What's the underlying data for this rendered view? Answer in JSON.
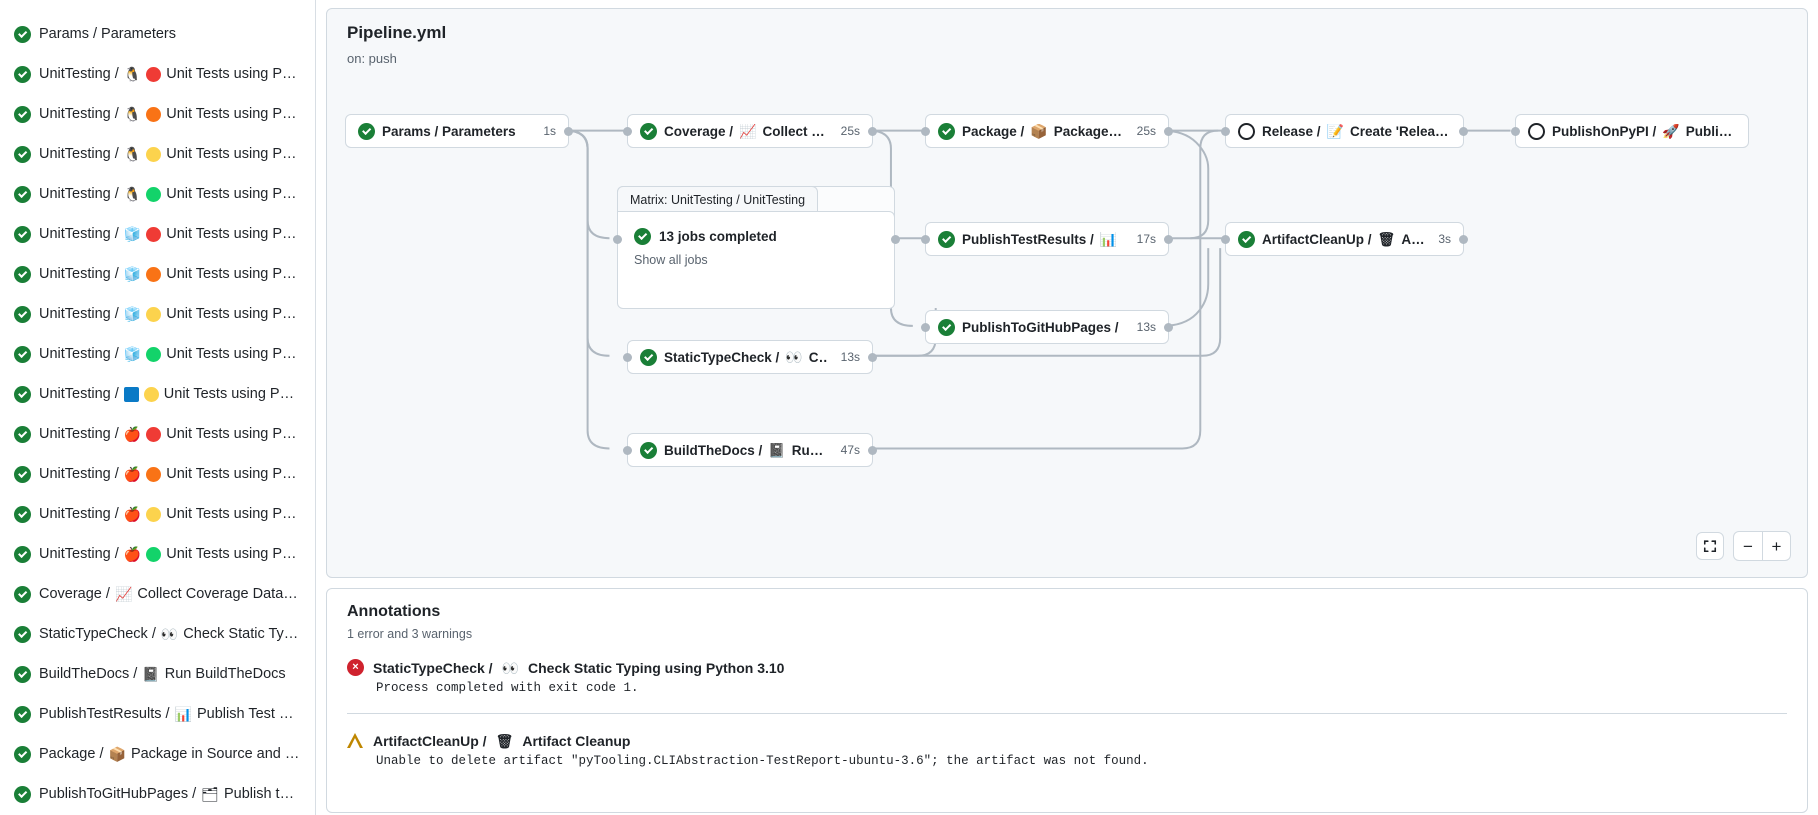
{
  "sidebar": {
    "jobs": [
      {
        "status": "success",
        "pre": "Params / Parameters",
        "icon": null,
        "dot": null,
        "post": ""
      },
      {
        "status": "success",
        "pre": "UnitTesting /",
        "icon": "penguin",
        "dot": "#ef3b35",
        "post": "Unit Tests using Pyth..."
      },
      {
        "status": "success",
        "pre": "UnitTesting /",
        "icon": "penguin",
        "dot": "#f97316",
        "post": "Unit Tests using Pyth..."
      },
      {
        "status": "success",
        "pre": "UnitTesting /",
        "icon": "penguin",
        "dot": "#fcd34d",
        "post": "Unit Tests using Pyth..."
      },
      {
        "status": "success",
        "pre": "UnitTesting /",
        "icon": "penguin",
        "dot": "#13d36a",
        "post": "Unit Tests using Pyth..."
      },
      {
        "status": "success",
        "pre": "UnitTesting /",
        "icon": "cube",
        "dot": "#ef3b35",
        "post": "Unit Tests using Pyth..."
      },
      {
        "status": "success",
        "pre": "UnitTesting /",
        "icon": "cube",
        "dot": "#f97316",
        "post": "Unit Tests using Pyth..."
      },
      {
        "status": "success",
        "pre": "UnitTesting /",
        "icon": "cube",
        "dot": "#fcd34d",
        "post": "Unit Tests using Pyth..."
      },
      {
        "status": "success",
        "pre": "UnitTesting /",
        "icon": "cube",
        "dot": "#13d36a",
        "post": "Unit Tests using Pyth..."
      },
      {
        "status": "success",
        "pre": "UnitTesting /",
        "icon": "windows",
        "dot": "#fcd34d",
        "post": "Unit Tests using Pyth..."
      },
      {
        "status": "success",
        "pre": "UnitTesting /",
        "icon": "apple",
        "dot": "#ef3b35",
        "post": "Unit Tests using Pyth..."
      },
      {
        "status": "success",
        "pre": "UnitTesting /",
        "icon": "apple",
        "dot": "#f97316",
        "post": "Unit Tests using Pyth..."
      },
      {
        "status": "success",
        "pre": "UnitTesting /",
        "icon": "apple",
        "dot": "#fcd34d",
        "post": "Unit Tests using Pyth..."
      },
      {
        "status": "success",
        "pre": "UnitTesting /",
        "icon": "apple",
        "dot": "#13d36a",
        "post": "Unit Tests using Pyth..."
      },
      {
        "status": "success",
        "pre": "Coverage /",
        "icon": "chart",
        "dot": null,
        "post": "Collect Coverage Data usi..."
      },
      {
        "status": "success",
        "pre": "StaticTypeCheck /",
        "icon": "eyes",
        "dot": null,
        "post": "Check Static Typing..."
      },
      {
        "status": "success",
        "pre": "BuildTheDocs /",
        "icon": "book",
        "dot": null,
        "post": "Run BuildTheDocs"
      },
      {
        "status": "success",
        "pre": "PublishTestResults /",
        "icon": "barchart",
        "dot": null,
        "post": "Publish Test Resu..."
      },
      {
        "status": "success",
        "pre": "Package /",
        "icon": "package",
        "dot": null,
        "post": "Package in Source and Wh..."
      },
      {
        "status": "success",
        "pre": "PublishToGitHubPages /",
        "icon": "pages",
        "dot": null,
        "post": "Publish to G..."
      }
    ]
  },
  "graph": {
    "title": "Pipeline.yml",
    "subtitle": "on: push",
    "matrix": {
      "tab_label": "Matrix: UnitTesting / UnitTesting",
      "jobs_label": "13 jobs completed",
      "show_all_label": "Show all jobs",
      "status": "success"
    },
    "nodes": [
      {
        "id": "params",
        "status": "success",
        "pre": "Params / Parameters",
        "icon": null,
        "post": "",
        "duration": "1s"
      },
      {
        "id": "coverage",
        "status": "success",
        "pre": "Coverage /",
        "icon": "chart",
        "post": "Collect Cove...",
        "duration": "25s"
      },
      {
        "id": "statictype",
        "status": "success",
        "pre": "StaticTypeCheck /",
        "icon": "eyes",
        "post": "Chec...",
        "duration": "13s"
      },
      {
        "id": "builddocs",
        "status": "success",
        "pre": "BuildTheDocs /",
        "icon": "book",
        "post": "Run Buil...",
        "duration": "47s"
      },
      {
        "id": "package",
        "status": "success",
        "pre": "Package /",
        "icon": "package",
        "post": "Package in So...",
        "duration": "25s"
      },
      {
        "id": "testresults",
        "status": "success",
        "pre": "PublishTestResults /",
        "icon": "barchart",
        "post": "Pu...",
        "duration": "17s"
      },
      {
        "id": "ghpages",
        "status": "success",
        "pre": "PublishToGitHubPages /",
        "icon": "pages",
        "post": "...",
        "duration": "13s"
      },
      {
        "id": "release",
        "status": "pending",
        "pre": "Release /",
        "icon": "memo",
        "post": "Create 'Release P...",
        "duration": ""
      },
      {
        "id": "artifact",
        "status": "success",
        "pre": "ArtifactCleanUp /",
        "icon": "trash",
        "post": "Artifac...",
        "duration": "3s"
      },
      {
        "id": "pypi",
        "status": "pending",
        "pre": "PublishOnPyPI /",
        "icon": "rocket",
        "post": "Publish to ...",
        "duration": ""
      }
    ],
    "controls": {
      "fit_label": "fit-screen-icon",
      "zoom_out_label": "−",
      "zoom_in_label": "+"
    }
  },
  "annotations": {
    "title": "Annotations",
    "summary": "1 error and 3 warnings",
    "items": [
      {
        "severity": "error",
        "pre": "StaticTypeCheck /",
        "icon": "eyes",
        "post": "Check Static Typing using Python 3.10",
        "message": "Process completed with exit code 1."
      },
      {
        "severity": "warning",
        "pre": "ArtifactCleanUp /",
        "icon": "trash",
        "post": "Artifact Cleanup",
        "message": "Unable to delete artifact \"pyTooling.CLIAbstraction-TestReport-ubuntu-3.6\"; the artifact was not found."
      }
    ]
  },
  "colors": {
    "success": "#1a7f37",
    "error": "#cf222e",
    "warning": "#bf8700",
    "border": "#d1d9e0",
    "canvas_bg": "#f6f8fa",
    "muted_text": "#59636e"
  }
}
